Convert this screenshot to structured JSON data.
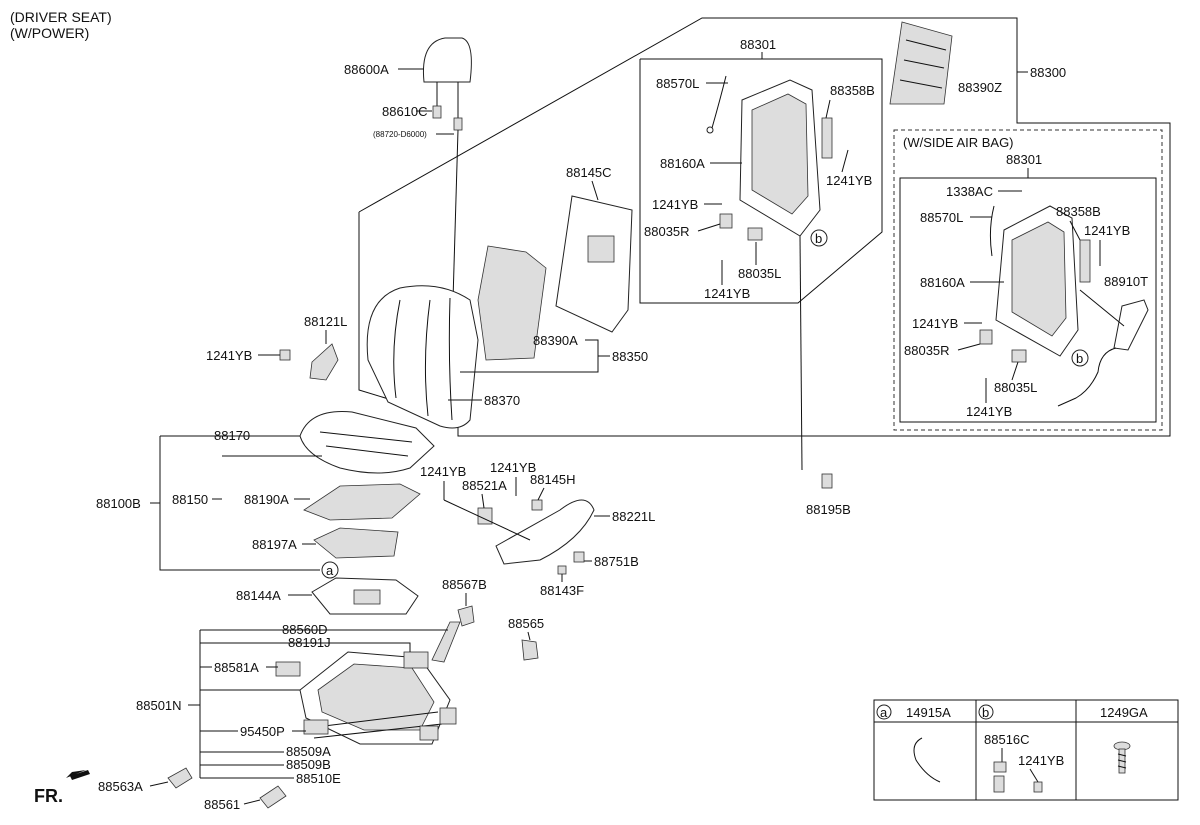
{
  "header": {
    "line1": "(DRIVER SEAT)",
    "line2": "(W/POWER)"
  },
  "side_airbag_label": "(W/SIDE AIR BAG)",
  "direction_label": "FR.",
  "parts": {
    "headrest": "88600A",
    "guide": "88610C",
    "guide_ref": "(88720-D6000)",
    "back_frame_assy": "88301",
    "back_frame_assy_airbag": "88301",
    "wiring": "88570L",
    "wiring_airbag": "88570L",
    "lever_b": "88358B",
    "lever_b_airbag": "88358B",
    "back_board": "88390Z",
    "back_assy": "88300",
    "lumbar": "88160A",
    "lumbar_airbag": "88160A",
    "bolt_1": "1241YB",
    "bolt_2": "1241YB",
    "bolt_3": "1241YB",
    "bolt_4": "1241YB",
    "bolt_5": "1241YB",
    "bolt_6": "1241YB",
    "bolt_7": "1241YB",
    "bolt_8": "1241YB",
    "bolt_9": "1241YB",
    "bolt_10": "1241YB",
    "cover_r": "88035R",
    "cover_r_airbag": "88035R",
    "cover_l": "88035L",
    "cover_l_airbag": "88035L",
    "clip_1338": "1338AC",
    "airbag_module": "88910T",
    "back_pad_cover": "88145C",
    "recliner_cover": "88121L",
    "back_heater": "88390A",
    "back_cushion_assy": "88350",
    "back_covering": "88370",
    "cushion_covering": "88170",
    "cushion_assy": "88100B",
    "cushion_pad": "88150",
    "cushion_heater": "88190A",
    "cushion_board": "88197A",
    "cushion_side": "88144A",
    "switch_assy": "88521A",
    "knob": "88145H",
    "side_shield": "88221L",
    "bolt_88195": "88195B",
    "cap": "88751B",
    "knob_b": "88143F",
    "belt_buckle": "88567B",
    "bracket": "88565",
    "motor_d": "88560D",
    "bracket_j": "88191J",
    "motor_a": "88581A",
    "track_assy": "88501N",
    "ecu": "95450P",
    "motor_9a": "88509A",
    "motor_9b": "88509B",
    "motor_10e": "88510E",
    "cover_563": "88563A",
    "cover_561": "88561"
  },
  "legend": {
    "col_a_marker": "a",
    "col_a_part": "14915A",
    "col_b_marker": "b",
    "col_b_part_1": "88516C",
    "col_b_part_2": "1241YB",
    "col_c_part": "1249GA"
  },
  "markers": {
    "a": "a",
    "b1": "b",
    "b2": "b"
  }
}
